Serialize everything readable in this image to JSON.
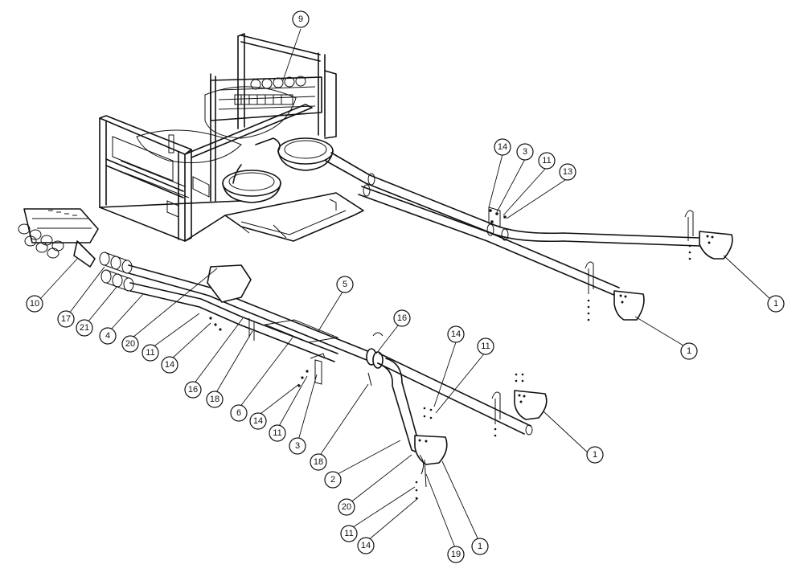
{
  "callouts": [
    {
      "id": "c9",
      "label": "9"
    },
    {
      "id": "c14a",
      "label": "14"
    },
    {
      "id": "c3a",
      "label": "3"
    },
    {
      "id": "c11a",
      "label": "11"
    },
    {
      "id": "c13",
      "label": "13"
    },
    {
      "id": "c1a",
      "label": "1"
    },
    {
      "id": "c1b",
      "label": "1"
    },
    {
      "id": "c10",
      "label": "10"
    },
    {
      "id": "c17",
      "label": "17"
    },
    {
      "id": "c21",
      "label": "21"
    },
    {
      "id": "c4",
      "label": "4"
    },
    {
      "id": "c20a",
      "label": "20"
    },
    {
      "id": "c11b",
      "label": "11"
    },
    {
      "id": "c14b",
      "label": "14"
    },
    {
      "id": "c5",
      "label": "5"
    },
    {
      "id": "c16a",
      "label": "16"
    },
    {
      "id": "c16b",
      "label": "16"
    },
    {
      "id": "c18a",
      "label": "18"
    },
    {
      "id": "c6",
      "label": "6"
    },
    {
      "id": "c14c",
      "label": "14"
    },
    {
      "id": "c11c",
      "label": "11"
    },
    {
      "id": "c3b",
      "label": "3"
    },
    {
      "id": "c18b",
      "label": "18"
    },
    {
      "id": "c14d",
      "label": "14"
    },
    {
      "id": "c11d",
      "label": "11"
    },
    {
      "id": "c1c",
      "label": "1"
    },
    {
      "id": "c2",
      "label": "2"
    },
    {
      "id": "c20b",
      "label": "20"
    },
    {
      "id": "c11e",
      "label": "11"
    },
    {
      "id": "c14e",
      "label": "14"
    },
    {
      "id": "c19",
      "label": "19"
    },
    {
      "id": "c1d",
      "label": "1"
    }
  ]
}
